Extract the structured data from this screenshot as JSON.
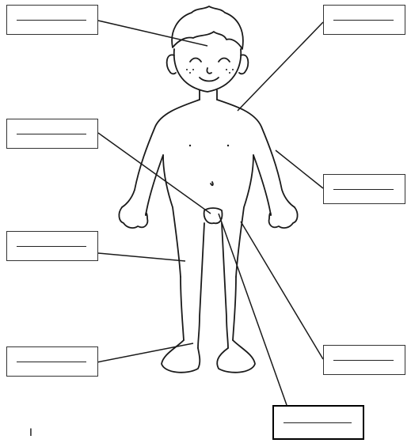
{
  "worksheet": {
    "labels": [
      {
        "id": "label-head",
        "text": ""
      },
      {
        "id": "label-shoulder",
        "text": ""
      },
      {
        "id": "label-navel",
        "text": ""
      },
      {
        "id": "label-arm",
        "text": ""
      },
      {
        "id": "label-thigh",
        "text": ""
      },
      {
        "id": "label-hand",
        "text": ""
      },
      {
        "id": "label-foot",
        "text": ""
      },
      {
        "id": "label-knee",
        "text": ""
      },
      {
        "id": "label-leg",
        "text": ""
      }
    ],
    "stray_mark": "I"
  },
  "colors": {
    "line": "#1a1a1a",
    "box_border": "#333333",
    "background": "#ffffff"
  }
}
